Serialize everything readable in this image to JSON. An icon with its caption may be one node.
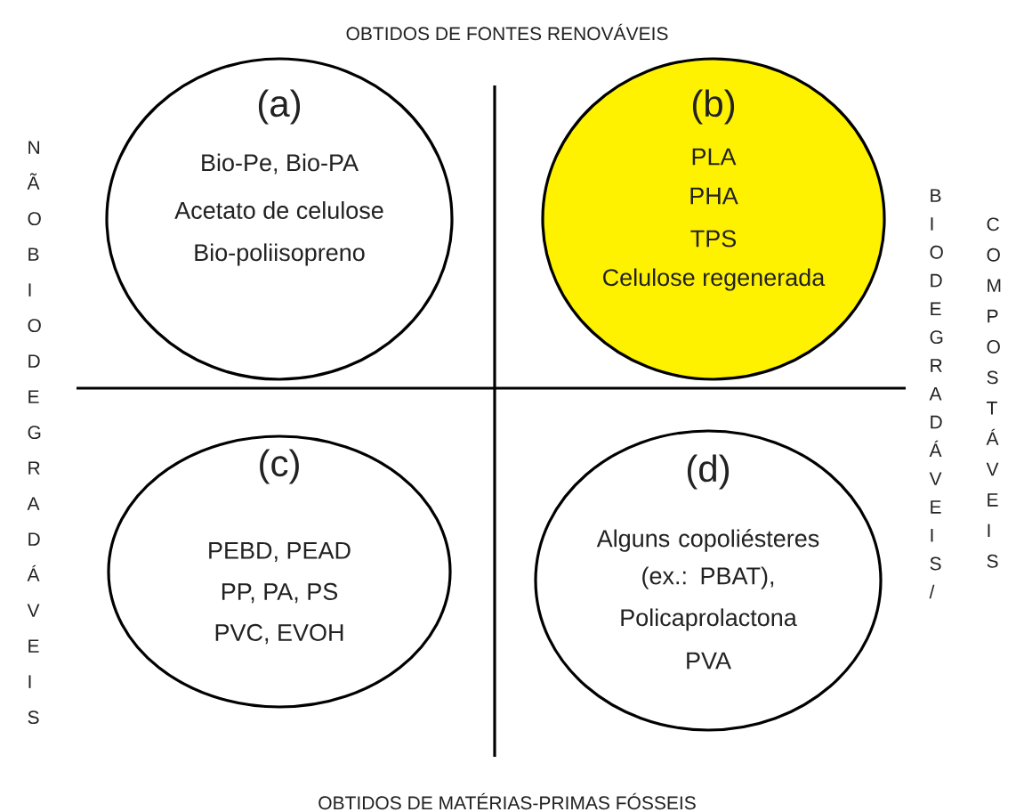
{
  "diagram": {
    "nodes": [
      {
        "text": [
          "(a)",
          "Bio-Pe, Bio-PA",
          "Acetato de celulose",
          "Bio-poliisopreno"
        ]
      },
      {
        "text": [
          "(b)",
          "PLA",
          "PHA",
          "TPS",
          "Celulose regenerada"
        ]
      },
      {
        "text": [
          "(c)",
          "PEBD, PEAD",
          "PP, PA, PS",
          "PVC, EVOH"
        ]
      },
      {
        "text": [
          "(d)",
          "Alguns copoliésteres (ex.: PBAT),",
          "Policaprolactona",
          "PVA"
        ]
      }
    ],
    "labels": [
      "OBTIDOS DE FONTES RENOVÁVEIS",
      "NÃO BIODEGRADÁVEIS",
      "BIODEGRADÁVEIS/",
      "COMPOSTÁVEIS",
      "OBTIDOS DE MATÉRIAS-PRIMAS FÓSSEIS"
    ]
  }
}
